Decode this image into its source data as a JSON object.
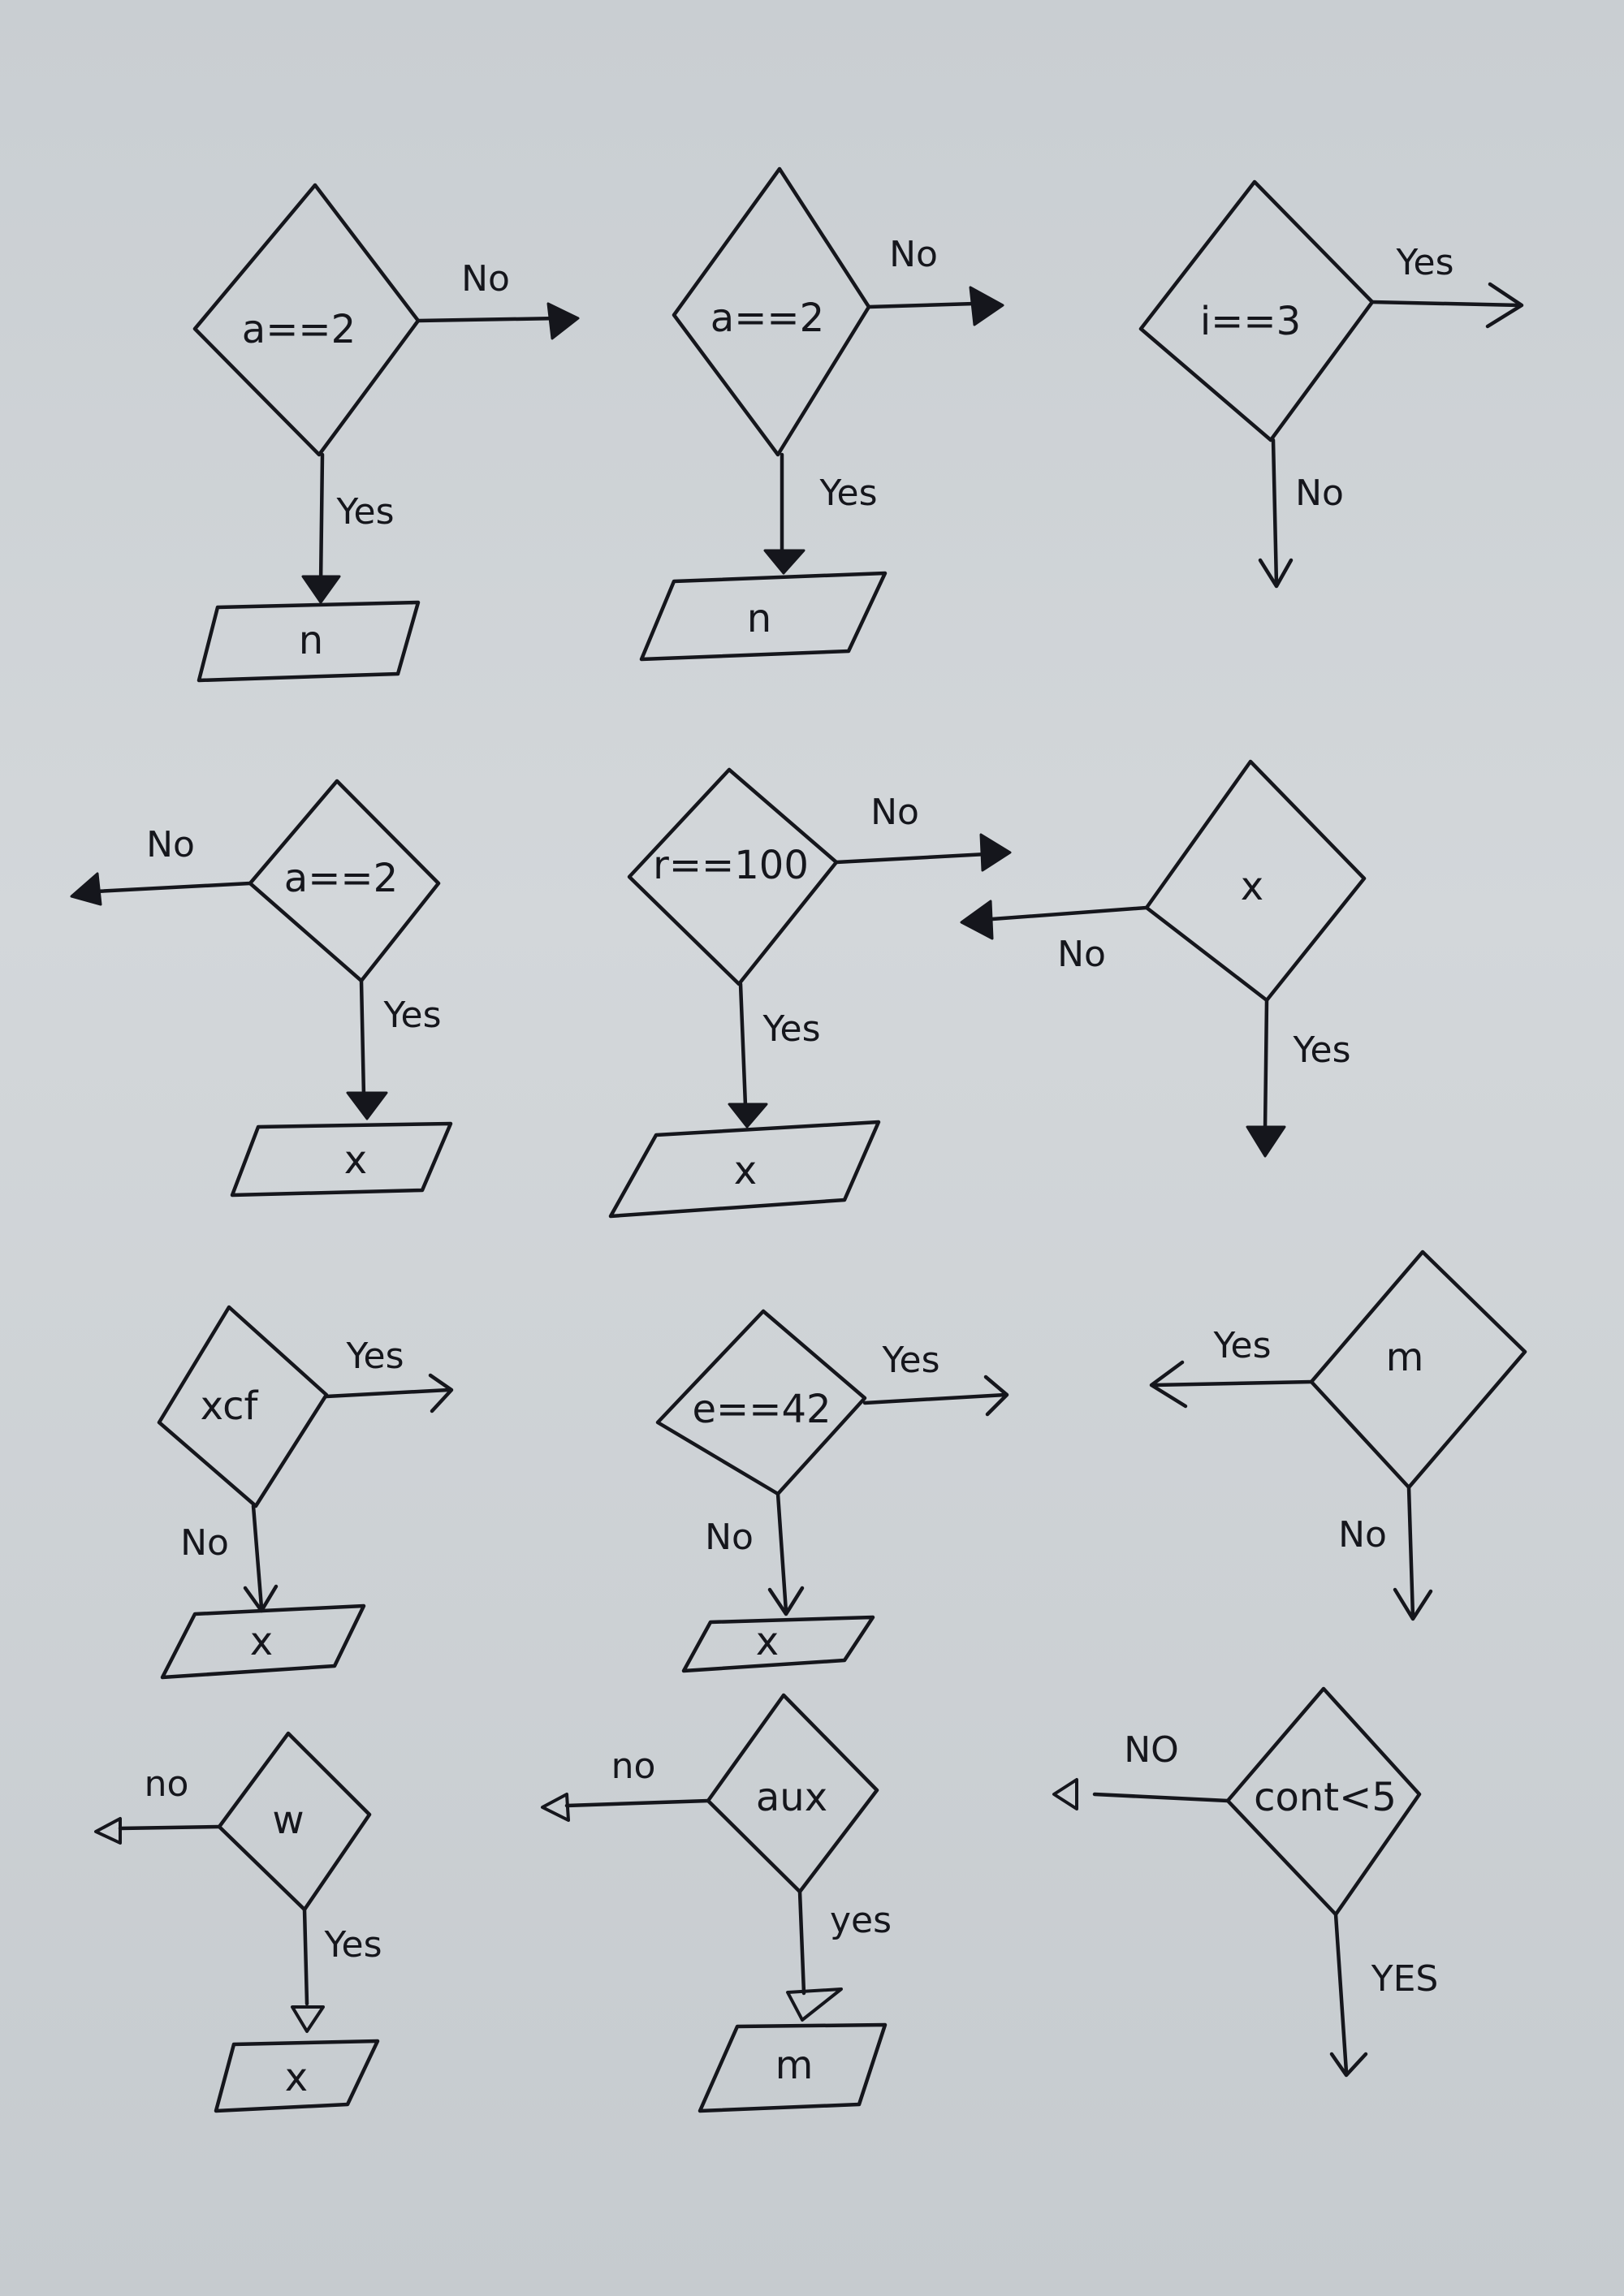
{
  "flowcharts": [
    {
      "condition": "a==2",
      "branch_right": "No",
      "branch_down": "Yes",
      "output": "n"
    },
    {
      "condition": "a==2",
      "branch_right": "No",
      "branch_down": "Yes",
      "output": "n"
    },
    {
      "condition": "i==3",
      "branch_right": "Yes",
      "branch_down": "No"
    },
    {
      "condition": "a==2",
      "branch_left": "No",
      "branch_down": "Yes",
      "output": "x"
    },
    {
      "condition": "r==100",
      "branch_right": "No",
      "branch_down": "Yes",
      "output": "x"
    },
    {
      "condition": "x",
      "branch_left": "No",
      "branch_down": "Yes"
    },
    {
      "condition": "xcf",
      "branch_right": "Yes",
      "branch_down": "No",
      "output": "x"
    },
    {
      "condition": "e==42",
      "branch_right": "Yes",
      "branch_down": "No",
      "output": "x"
    },
    {
      "condition": "m",
      "branch_left": "Yes",
      "branch_down": "No"
    },
    {
      "condition": "w",
      "branch_left": "no",
      "branch_down": "Yes",
      "output": "x"
    },
    {
      "condition": "aux",
      "branch_left": "no",
      "branch_down": "yes",
      "output": "m"
    },
    {
      "condition": "cont<5",
      "branch_left": "NO",
      "branch_down": "YES"
    }
  ],
  "colors": {
    "ink": "#15161c",
    "paper": "#cdd1d4"
  }
}
